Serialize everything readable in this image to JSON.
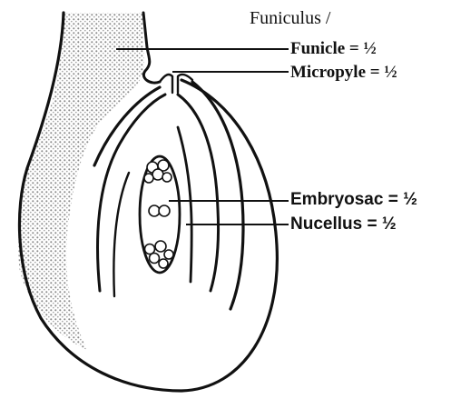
{
  "colors": {
    "ink": "#111111",
    "stipple": "#9a9a9a",
    "background": "#ffffff"
  },
  "labels": {
    "funiculus_heading": "Funiculus /",
    "funicle": "Funicle = ½",
    "micropyle": "Micropyle  = ½",
    "embryosac": "Embryosac = ½",
    "nucellus": "Nucellus = ½"
  }
}
